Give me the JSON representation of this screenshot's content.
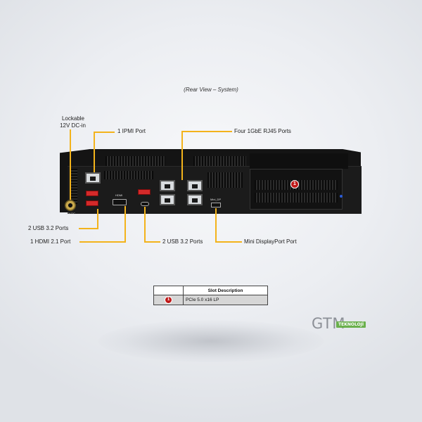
{
  "caption": "(Rear View – System)",
  "callouts": {
    "dc_in_line1": "Lockable",
    "dc_in_line2": "12V DC-in",
    "ipmi": "1 IPMI Port",
    "rj45": "Four 1GbE RJ45 Ports",
    "usb_left": "2 USB 3.2 Ports",
    "hdmi": "1 HDMI 2.1 Port",
    "usb_mid": "2 USB 3.2 Ports",
    "minidp": "Mini DisplayPort Port"
  },
  "silkscreen": {
    "hdmi": "HDMI",
    "minidp": "Mini_DP",
    "dc": "12V DC"
  },
  "slot_table": {
    "header": "Slot Description",
    "rows": [
      {
        "badge": "1",
        "description": "PCIe 5.0 x16 LP"
      }
    ]
  },
  "chassis_slot_badge": "1",
  "logo": {
    "text": "GTM",
    "tag": "TEKNOLOJİ"
  },
  "colors": {
    "leader_line": "#f3b31b",
    "badge": "#c01818",
    "logo_tag": "#6ab04c"
  }
}
